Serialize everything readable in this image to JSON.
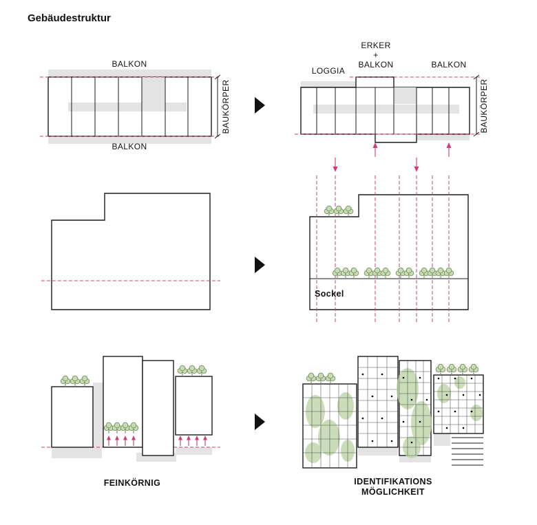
{
  "title": "Gebäudestruktur",
  "colors": {
    "line": "#1b1b1b",
    "magenta": "#d23a78",
    "gray": "#e3e3e3",
    "tree_fill": "#c9dbb5",
    "tree_stroke": "#74935f",
    "green_veg": "#bdd3a6"
  },
  "row1": {
    "before": {
      "balkon_top": "BALKON",
      "balkon_bottom": "BALKON",
      "baukoerper": "BAUKÖRPER"
    },
    "after": {
      "loggia": "LOGGIA",
      "erker_line1": "ERKER",
      "erker_line2": "+",
      "erker_line3": "BALKON",
      "balkon": "BALKON",
      "baukoerper": "BAUKÖRPER"
    }
  },
  "row2": {
    "after": {
      "sockel": "Sockel"
    }
  },
  "row3": {
    "before": {
      "caption": "FEINKÖRNIG"
    },
    "after": {
      "caption_line1": "IDENTIFIKATIONS",
      "caption_line2": "MÖGLICHKEIT"
    }
  }
}
